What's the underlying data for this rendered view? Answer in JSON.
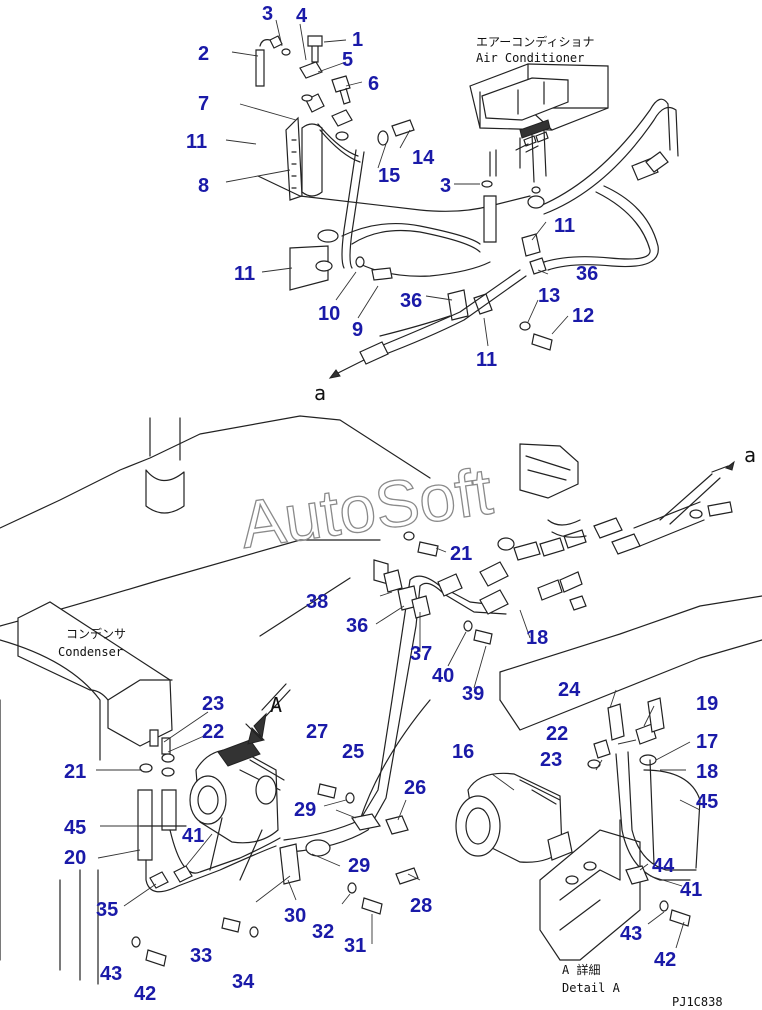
{
  "captions": {
    "air_conditioner_jp": "エアーコンディショナ",
    "air_conditioner_en": "Air Conditioner",
    "condenser_jp": "コンデンサ",
    "condenser_en": "Condenser",
    "detail_jp": "A 詳細",
    "detail_en": "Detail A",
    "view_marker": "A",
    "ref_a_top": "a",
    "ref_a_bottom": "a",
    "drawing_code": "PJ1C838"
  },
  "watermark": "AutoSoft",
  "callouts": {
    "c1": "1",
    "c2": "2",
    "c3a": "3",
    "c3b": "3",
    "c4": "4",
    "c5": "5",
    "c6": "6",
    "c7": "7",
    "c8": "8",
    "c9": "9",
    "c10": "10",
    "c11a": "11",
    "c11b": "11",
    "c11c": "11",
    "c11d": "11",
    "c12": "12",
    "c13": "13",
    "c14": "14",
    "c15": "15",
    "c16": "16",
    "c17": "17",
    "c18a": "18",
    "c18b": "18",
    "c19": "19",
    "c20": "20",
    "c21a": "21",
    "c21b": "21",
    "c22a": "22",
    "c22b": "22",
    "c23a": "23",
    "c23b": "23",
    "c24": "24",
    "c25": "25",
    "c26": "26",
    "c27": "27",
    "c28": "28",
    "c29a": "29",
    "c29b": "29",
    "c30": "30",
    "c31": "31",
    "c32": "32",
    "c33": "33",
    "c34": "34",
    "c35": "35",
    "c36a": "36",
    "c36b": "36",
    "c36c": "36",
    "c37": "37",
    "c38": "38",
    "c39": "39",
    "c40": "40",
    "c41a": "41",
    "c41b": "41",
    "c42a": "42",
    "c42b": "42",
    "c43a": "43",
    "c43b": "43",
    "c44": "44",
    "c45a": "45",
    "c45b": "45"
  }
}
